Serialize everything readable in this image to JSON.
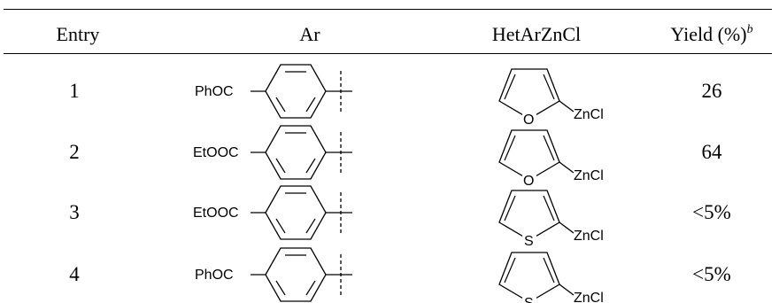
{
  "headers": {
    "entry": "Entry",
    "ar": "Ar",
    "hetar": "HetArZnCl",
    "yield": "Yield (%)",
    "yield_sup": "b"
  },
  "rows": [
    {
      "entry": "1",
      "ar_group": "PhOC",
      "het_atom": "O",
      "het_label": "ZnCl",
      "yield": "26"
    },
    {
      "entry": "2",
      "ar_group": "EtOOC",
      "het_atom": "O",
      "het_label": "ZnCl",
      "yield": "64"
    },
    {
      "entry": "3",
      "ar_group": "EtOOC",
      "het_atom": "S",
      "het_label": "ZnCl",
      "yield": "<5%"
    },
    {
      "entry": "4",
      "ar_group": "PhOC",
      "het_atom": "S",
      "het_label": "ZnCl",
      "yield": "<5%"
    }
  ]
}
